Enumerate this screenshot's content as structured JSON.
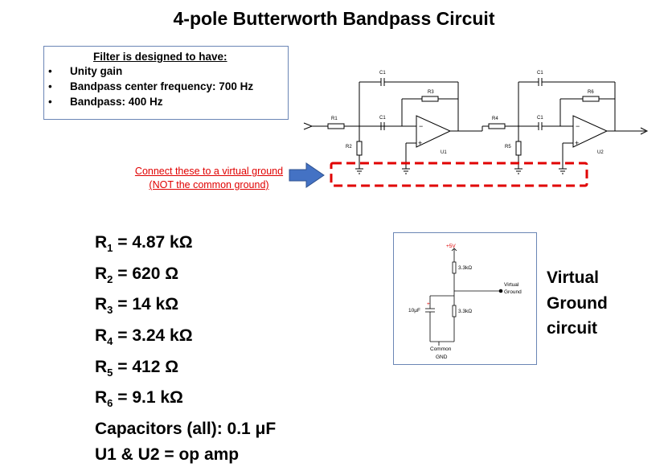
{
  "title": "4-pole Butterworth Bandpass Circuit",
  "spec": {
    "heading": "Filter is designed to have:",
    "items": [
      "Unity gain",
      "Bandpass center frequency: 700 Hz",
      "Bandpass: 400 Hz"
    ]
  },
  "schematic_labels": {
    "r1": "R1",
    "r2": "R2",
    "r3": "R3",
    "r4": "R4",
    "r5": "R5",
    "r6": "R6",
    "c1": "C1",
    "u1": "U1",
    "u2": "U2",
    "plus": "+",
    "minus": "−"
  },
  "virtual_ground_note": {
    "line1": "Connect these to a virtual ground",
    "line2": "(NOT the common ground)"
  },
  "values": [
    {
      "prefix": "R",
      "sub": "1",
      "text": " = 4.87 kΩ"
    },
    {
      "prefix": "R",
      "sub": "2",
      "text": " = 620 Ω"
    },
    {
      "prefix": "R",
      "sub": "3",
      "text": " = 14 kΩ"
    },
    {
      "prefix": "R",
      "sub": "4",
      "text": " = 3.24 kΩ"
    },
    {
      "prefix": "R",
      "sub": "5",
      "text": " = 412 Ω"
    },
    {
      "prefix": "R",
      "sub": "6",
      "text": " = 9.1 kΩ"
    }
  ],
  "capacitors": "Capacitors (all): 0.1 μF",
  "opamps": "U1 & U2 = op amp",
  "vg_circuit": {
    "supply": "+5V",
    "r_top": "3.3kΩ",
    "r_bottom": "3.3kΩ",
    "cap": "10μF",
    "cap_plus": "+",
    "out_line1": "Virtual",
    "out_line2": "Ground",
    "gnd_line1": "Common",
    "gnd_line2": "GND"
  },
  "vg_title": [
    "Virtual",
    "Ground",
    "circuit"
  ],
  "colors": {
    "accent_red": "#e00000",
    "arrow_blue": "#4472c4",
    "box_border": "#6b86b5"
  }
}
